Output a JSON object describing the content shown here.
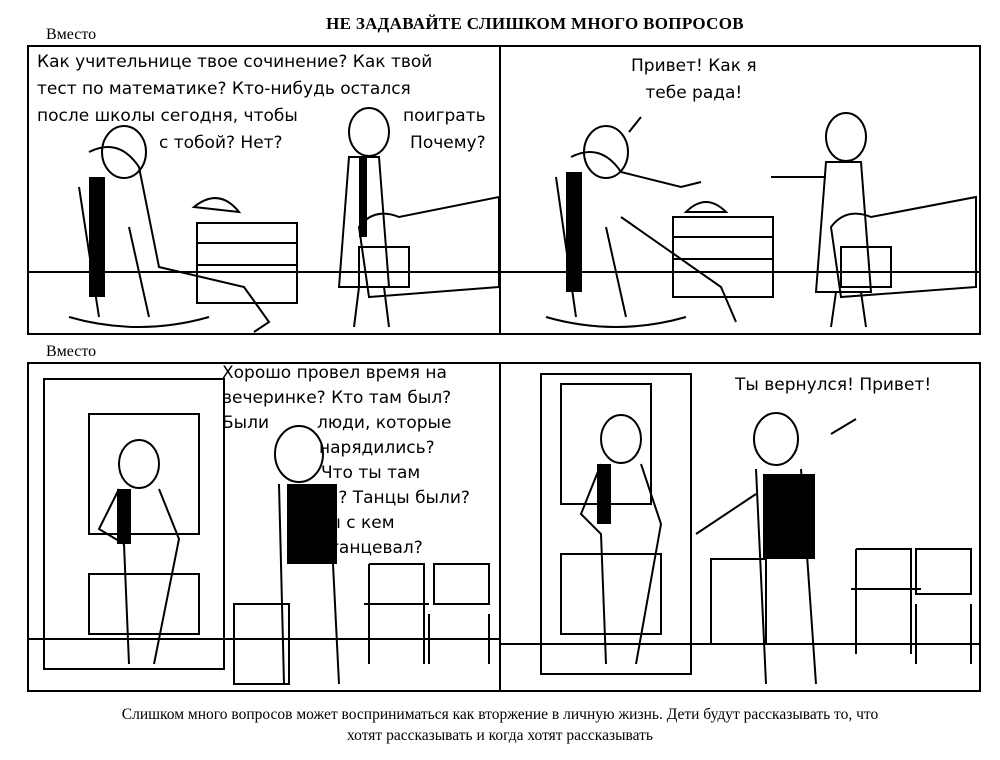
{
  "title": "НЕ ЗАДАВАЙТЕ СЛИШКОМ МНОГО ВОПРОСОВ",
  "rows": [
    {
      "label": "Вместо",
      "panels": [
        {
          "speech": [
            "Как учительнице твое сочинение? Как твой",
            "тест по математике? Кто-нибудь остался",
            "после школы сегодня, чтобы",
            "с тобой? Нет?"
          ],
          "speech_right": [
            "поиграть",
            "Почему?"
          ]
        },
        {
          "speech": [
            "Привет! Как я",
            "тебе рада!"
          ]
        }
      ]
    },
    {
      "label": "Вместо",
      "panels": [
        {
          "speech": [
            "Хорошо провел время на",
            "вечеринке? Кто там был?",
            "Были"
          ],
          "speech_right": [
            "люди, которые",
            "нарядились?",
            "Что ты там",
            "ел? Танцы были?",
            "Ты с кем",
            "танцевал?"
          ]
        },
        {
          "speech": [
            "Ты вернулся! Привет!"
          ]
        }
      ]
    }
  ],
  "caption": [
    "Слишком много вопросов может восприниматься как вторжение в личную жизнь. Дети будут рассказывать то, что",
    "хотят рассказывать и когда хотят рассказывать"
  ]
}
